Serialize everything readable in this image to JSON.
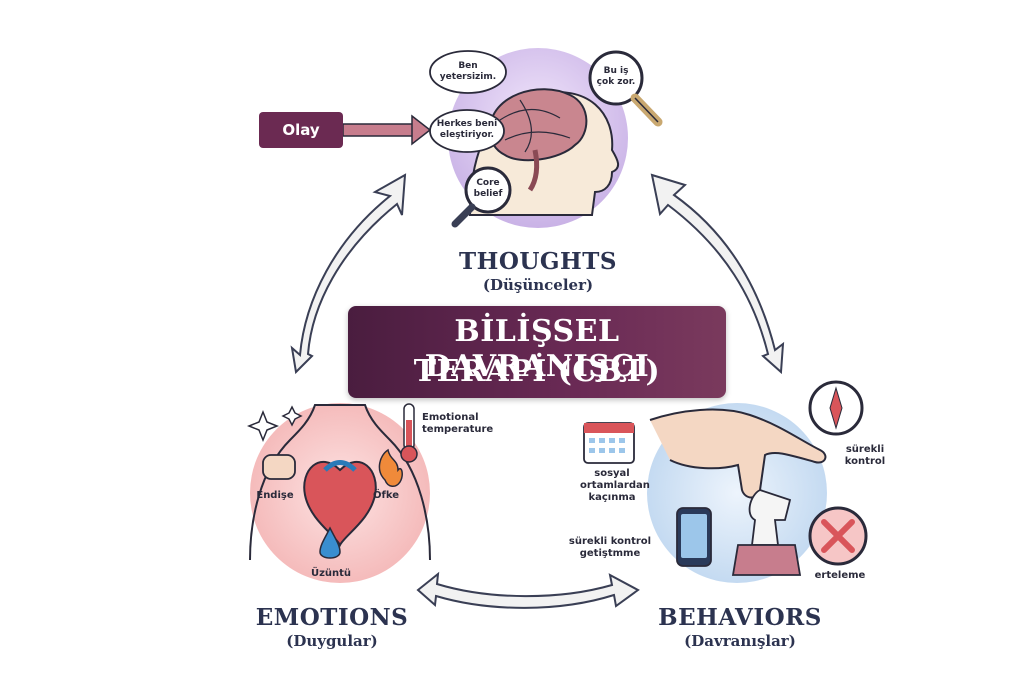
{
  "title": {
    "line1": "BİLİŞSEL DAVRANIŞÇI",
    "line2": "TERAPİ (CBT)"
  },
  "trigger": {
    "label": "Olay"
  },
  "thoughts": {
    "title": "THOUGHTS",
    "subtitle": "(Düşünceler)",
    "bubbles": [
      "Ben yetersizim.",
      "Herkes beni eleştiriyor.",
      "Bu iş çok zor.",
      "Core belief"
    ]
  },
  "emotions": {
    "title": "EMOTIONS",
    "subtitle": "(Duygular)",
    "labels": [
      "Endişe",
      "Öfke",
      "Üzüntü",
      "Emotional temperature"
    ]
  },
  "behaviors": {
    "title": "BEHAVIORS",
    "subtitle": "(Davranışlar)",
    "labels": [
      "sosyal ortamlardan kaçınma",
      "sürekli kontrol getiştmme",
      "sürekli kontrol",
      "erteleme"
    ]
  },
  "colors": {
    "banner": "#5a2349",
    "title_text": "#2c3350",
    "arrow_fill": "#f2f2f2",
    "arrow_stroke": "#3a3f55",
    "thoughts_bg": "#d9c8ee",
    "emotions_bg": "#f6c6c6",
    "behaviors_bg": "#cfe0f4"
  }
}
